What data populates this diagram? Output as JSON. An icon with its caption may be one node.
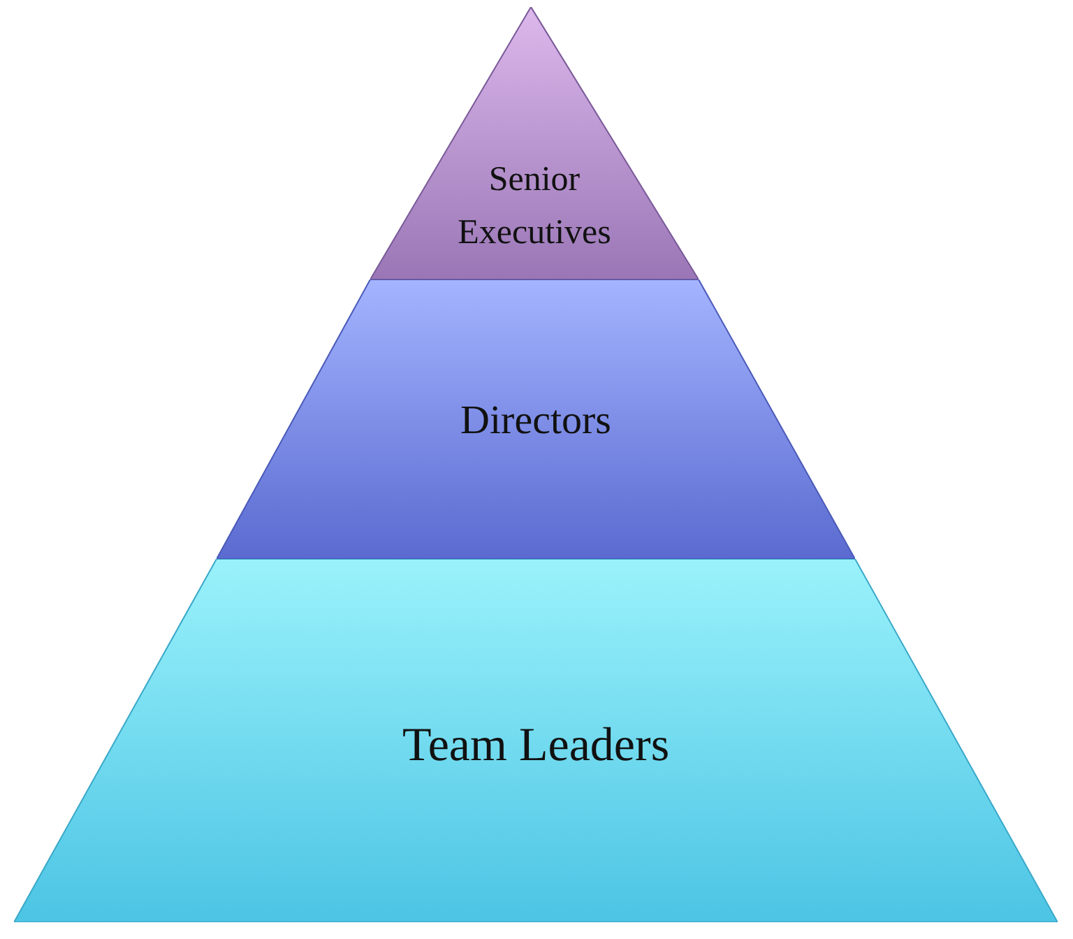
{
  "diagram": {
    "nodes": [
      {
        "text": [
          "Senior Executives"
        ]
      },
      {
        "text": [
          "Directors"
        ]
      },
      {
        "text": [
          "Team Leaders"
        ]
      }
    ]
  }
}
